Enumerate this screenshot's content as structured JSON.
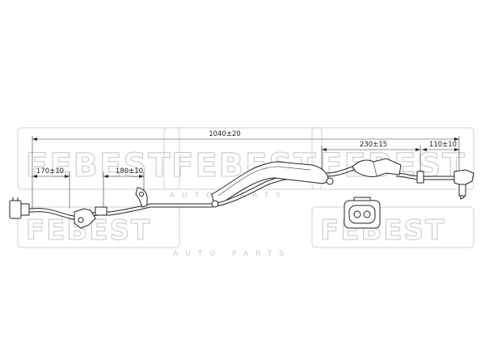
{
  "watermark": {
    "brand": "FEBEST",
    "sub_top": "AUTO PARTS",
    "sub_bottom": "AUTO PARTS"
  },
  "dimensions": {
    "overall": "1040±20",
    "sensor_branch": "230±15",
    "sensor_tip": "110±10",
    "left_first": "170±10",
    "left_second": "180±10"
  },
  "colors": {
    "line": "#222222",
    "watermark": "#c9c9c9",
    "background": "#ffffff"
  }
}
